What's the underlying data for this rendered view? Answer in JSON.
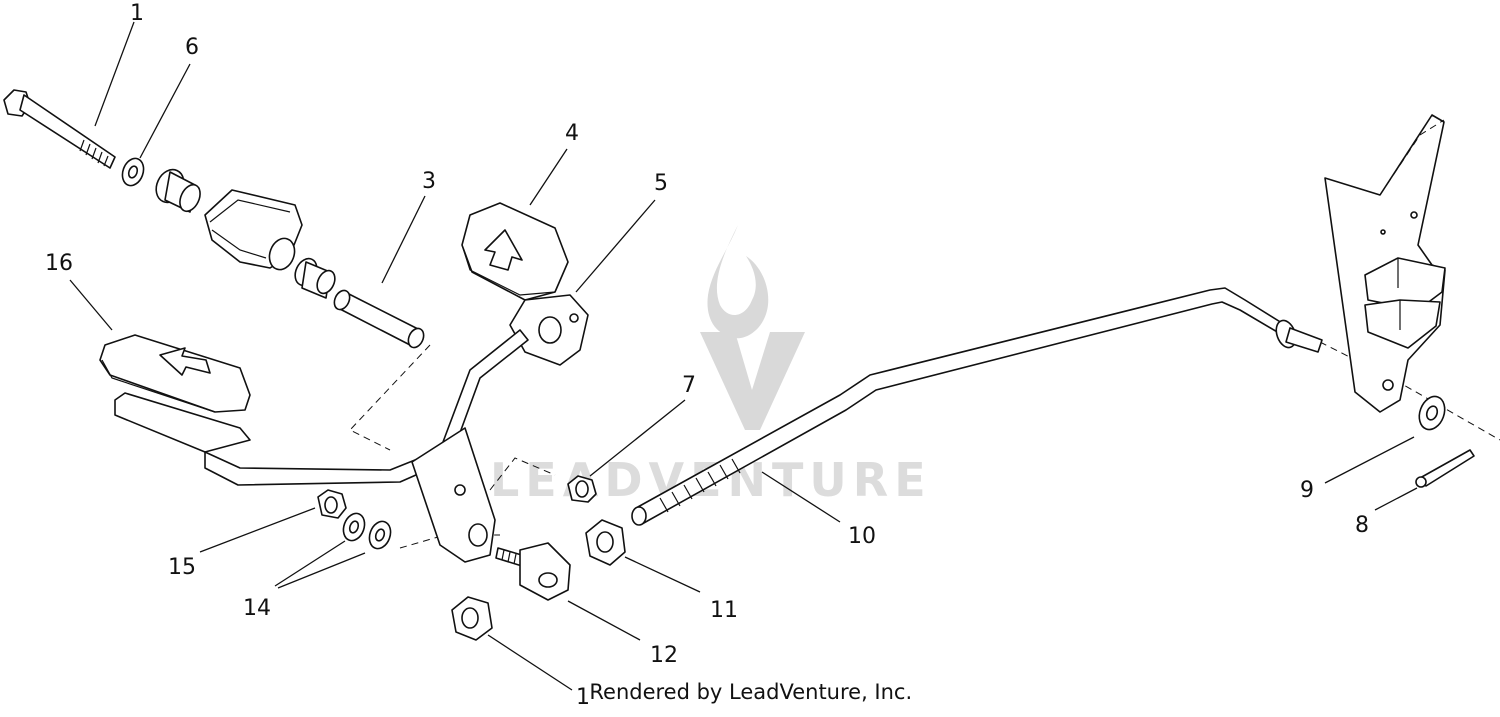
{
  "callouts": {
    "c1": "1",
    "c3": "3",
    "c4": "4",
    "c5": "5",
    "c6": "6",
    "c7": "7",
    "c8": "8",
    "c9": "9",
    "c10": "10",
    "c11a": "11",
    "c11b": "1",
    "c12": "12",
    "c14": "14",
    "c15": "15",
    "c16": "16"
  },
  "watermark": {
    "text": "LEADVENTURE"
  },
  "footer": {
    "text": "Rendered by LeadVenture, Inc."
  }
}
